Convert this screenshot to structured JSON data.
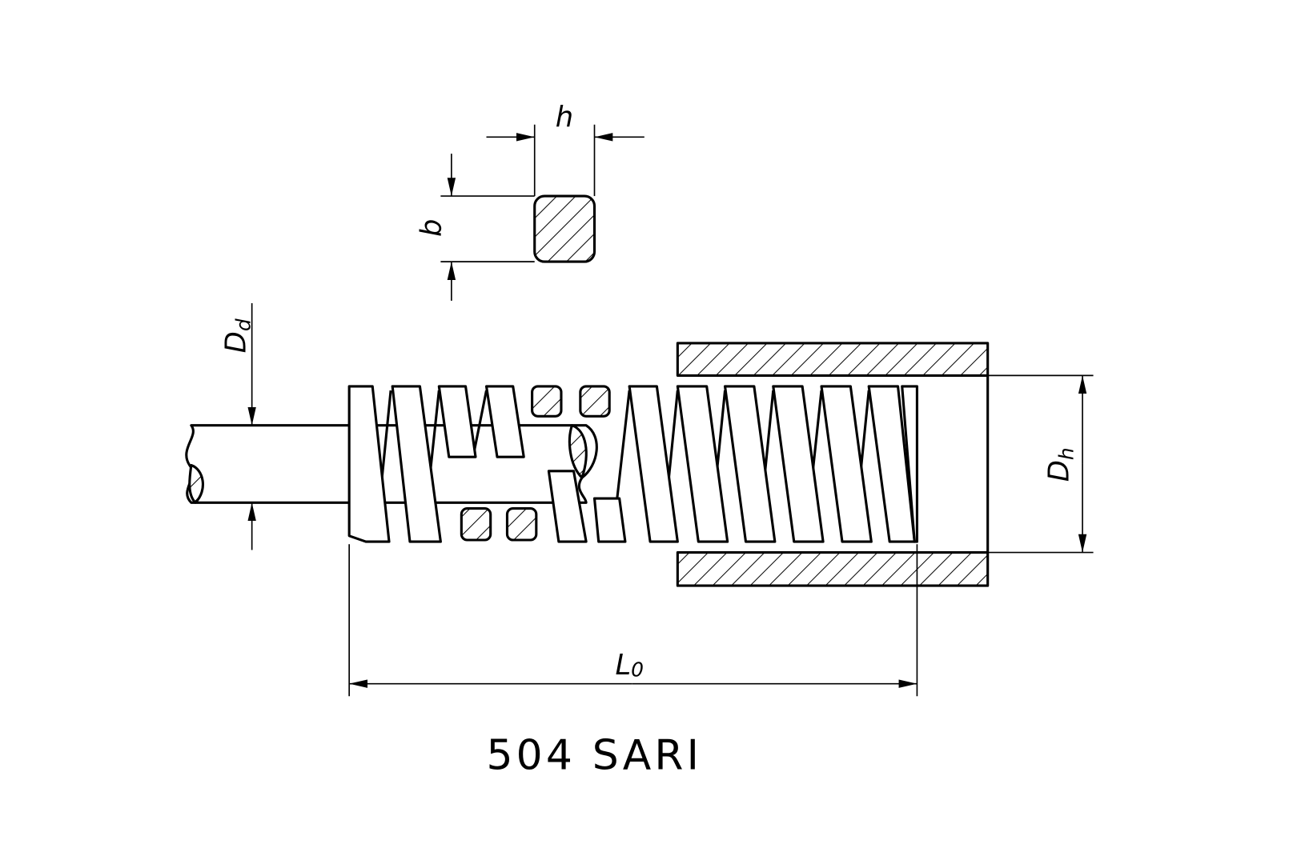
{
  "drawing": {
    "title": "504 SARI",
    "dimensions": {
      "h": {
        "label": "h"
      },
      "b": {
        "label": "b"
      },
      "Dd": {
        "label": "D",
        "subscript": "d"
      },
      "Dh": {
        "label": "D",
        "subscript": "h"
      },
      "L0": {
        "label": "L",
        "subscript": "0"
      }
    }
  }
}
